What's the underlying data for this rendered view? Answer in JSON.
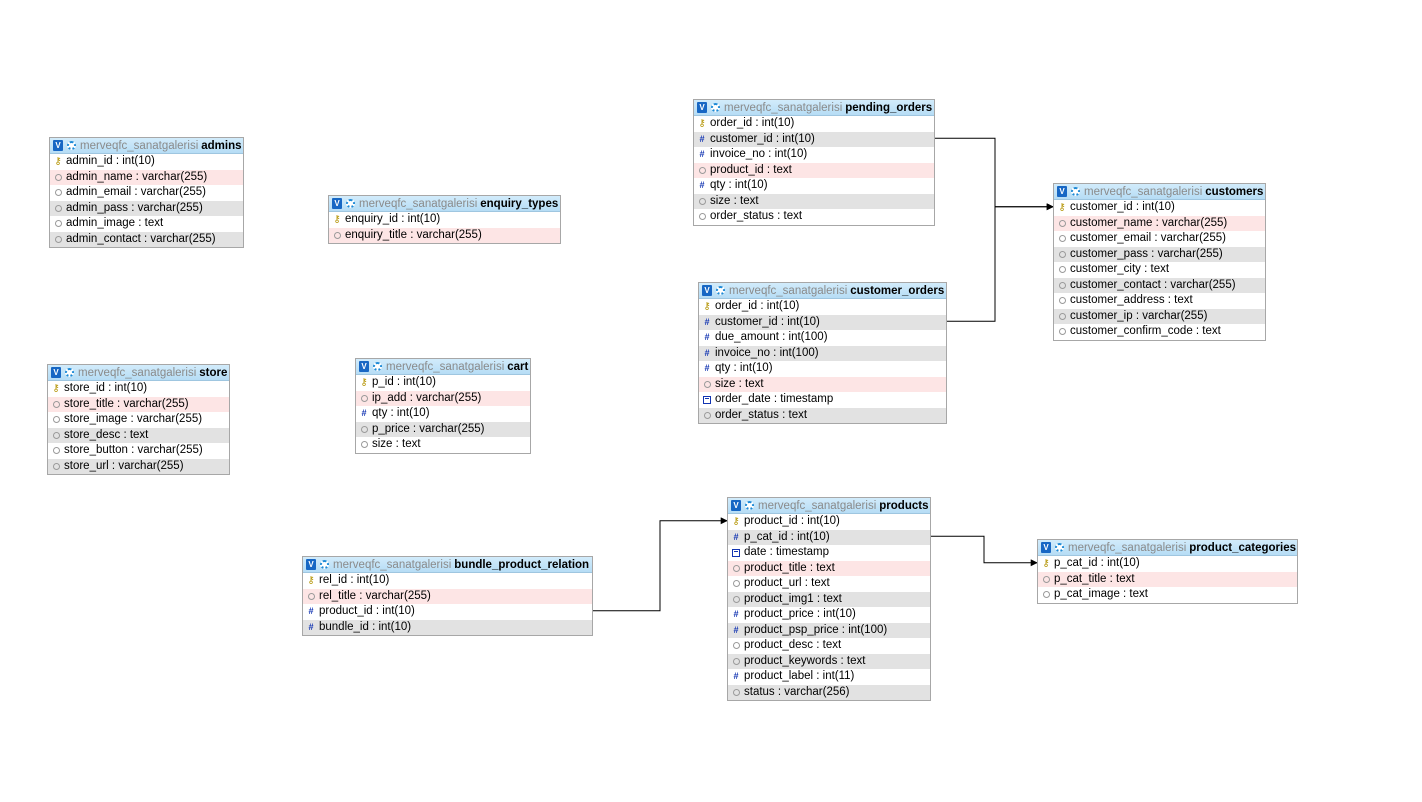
{
  "database": "merveqfc_sanatgalerisi",
  "toggle_label": "V",
  "icon_glyphs": {
    "pk": "⚷",
    "num": "#"
  },
  "tables": [
    {
      "id": "admins",
      "name": "admins",
      "row_colors": [
        "#ffffff",
        "#fde5e5",
        "#ffffff",
        "#e2e2e2",
        "#ffffff",
        "#e2e2e2"
      ],
      "columns": [
        {
          "label": "admin_id : int(10)",
          "icon": "pk"
        },
        {
          "label": "admin_name : varchar(255)",
          "icon": "text"
        },
        {
          "label": "admin_email : varchar(255)",
          "icon": "text"
        },
        {
          "label": "admin_pass : varchar(255)",
          "icon": "text"
        },
        {
          "label": "admin_image : text",
          "icon": "text"
        },
        {
          "label": "admin_contact : varchar(255)",
          "icon": "text"
        }
      ]
    },
    {
      "id": "enquiry_types",
      "name": "enquiry_types",
      "row_colors": [
        "#ffffff",
        "#fde5e5"
      ],
      "columns": [
        {
          "label": "enquiry_id : int(10)",
          "icon": "pk"
        },
        {
          "label": "enquiry_title : varchar(255)",
          "icon": "text"
        }
      ]
    },
    {
      "id": "store",
      "name": "store",
      "row_colors": [
        "#ffffff",
        "#fde5e5",
        "#ffffff",
        "#e2e2e2",
        "#ffffff",
        "#e2e2e2"
      ],
      "columns": [
        {
          "label": "store_id : int(10)",
          "icon": "pk"
        },
        {
          "label": "store_title : varchar(255)",
          "icon": "text"
        },
        {
          "label": "store_image : varchar(255)",
          "icon": "text"
        },
        {
          "label": "store_desc : text",
          "icon": "text"
        },
        {
          "label": "store_button : varchar(255)",
          "icon": "text"
        },
        {
          "label": "store_url : varchar(255)",
          "icon": "text"
        }
      ]
    },
    {
      "id": "cart",
      "name": "cart",
      "row_colors": [
        "#ffffff",
        "#fde5e5",
        "#ffffff",
        "#e2e2e2",
        "#ffffff"
      ],
      "columns": [
        {
          "label": "p_id : int(10)",
          "icon": "pk"
        },
        {
          "label": "ip_add : varchar(255)",
          "icon": "text"
        },
        {
          "label": "qty : int(10)",
          "icon": "num"
        },
        {
          "label": "p_price : varchar(255)",
          "icon": "text"
        },
        {
          "label": "size : text",
          "icon": "text"
        }
      ]
    },
    {
      "id": "pending_orders",
      "name": "pending_orders",
      "row_colors": [
        "#ffffff",
        "#e2e2e2",
        "#ffffff",
        "#fde5e5",
        "#ffffff",
        "#e2e2e2",
        "#ffffff"
      ],
      "columns": [
        {
          "label": "order_id : int(10)",
          "icon": "pk"
        },
        {
          "label": "customer_id : int(10)",
          "icon": "num"
        },
        {
          "label": "invoice_no : int(10)",
          "icon": "num"
        },
        {
          "label": "product_id : text",
          "icon": "text"
        },
        {
          "label": "qty : int(10)",
          "icon": "num"
        },
        {
          "label": "size : text",
          "icon": "text"
        },
        {
          "label": "order_status : text",
          "icon": "text"
        }
      ]
    },
    {
      "id": "customer_orders",
      "name": "customer_orders",
      "row_colors": [
        "#ffffff",
        "#e2e2e2",
        "#ffffff",
        "#e2e2e2",
        "#ffffff",
        "#fde5e5",
        "#ffffff",
        "#e2e2e2"
      ],
      "columns": [
        {
          "label": "order_id : int(10)",
          "icon": "pk"
        },
        {
          "label": "customer_id : int(10)",
          "icon": "num"
        },
        {
          "label": "due_amount : int(100)",
          "icon": "num"
        },
        {
          "label": "invoice_no : int(100)",
          "icon": "num"
        },
        {
          "label": "qty : int(10)",
          "icon": "num"
        },
        {
          "label": "size : text",
          "icon": "text"
        },
        {
          "label": "order_date : timestamp",
          "icon": "date"
        },
        {
          "label": "order_status : text",
          "icon": "text"
        }
      ]
    },
    {
      "id": "customers",
      "name": "customers",
      "row_colors": [
        "#ffffff",
        "#fde5e5",
        "#ffffff",
        "#e2e2e2",
        "#ffffff",
        "#e2e2e2",
        "#ffffff",
        "#e2e2e2",
        "#ffffff"
      ],
      "columns": [
        {
          "label": "customer_id : int(10)",
          "icon": "pk"
        },
        {
          "label": "customer_name : varchar(255)",
          "icon": "text"
        },
        {
          "label": "customer_email : varchar(255)",
          "icon": "text"
        },
        {
          "label": "customer_pass : varchar(255)",
          "icon": "text"
        },
        {
          "label": "customer_city : text",
          "icon": "text"
        },
        {
          "label": "customer_contact : varchar(255)",
          "icon": "text"
        },
        {
          "label": "customer_address : text",
          "icon": "text"
        },
        {
          "label": "customer_ip : varchar(255)",
          "icon": "text"
        },
        {
          "label": "customer_confirm_code : text",
          "icon": "text"
        }
      ]
    },
    {
      "id": "products",
      "name": "products",
      "row_colors": [
        "#ffffff",
        "#e2e2e2",
        "#ffffff",
        "#fde5e5",
        "#ffffff",
        "#e2e2e2",
        "#ffffff",
        "#e2e2e2",
        "#ffffff",
        "#e2e2e2",
        "#ffffff",
        "#e2e2e2"
      ],
      "columns": [
        {
          "label": "product_id : int(10)",
          "icon": "pk"
        },
        {
          "label": "p_cat_id : int(10)",
          "icon": "num"
        },
        {
          "label": "date : timestamp",
          "icon": "date"
        },
        {
          "label": "product_title : text",
          "icon": "text"
        },
        {
          "label": "product_url : text",
          "icon": "text"
        },
        {
          "label": "product_img1 : text",
          "icon": "text"
        },
        {
          "label": "product_price : int(10)",
          "icon": "num"
        },
        {
          "label": "product_psp_price : int(100)",
          "icon": "num"
        },
        {
          "label": "product_desc : text",
          "icon": "text"
        },
        {
          "label": "product_keywords : text",
          "icon": "text"
        },
        {
          "label": "product_label : int(11)",
          "icon": "num"
        },
        {
          "label": "status : varchar(256)",
          "icon": "text"
        }
      ]
    },
    {
      "id": "bundle_product_relation",
      "name": "bundle_product_relation",
      "row_colors": [
        "#ffffff",
        "#fde5e5",
        "#ffffff",
        "#e2e2e2"
      ],
      "columns": [
        {
          "label": "rel_id : int(10)",
          "icon": "pk"
        },
        {
          "label": "rel_title : varchar(255)",
          "icon": "text"
        },
        {
          "label": "product_id : int(10)",
          "icon": "num"
        },
        {
          "label": "bundle_id : int(10)",
          "icon": "num"
        }
      ]
    },
    {
      "id": "product_categories",
      "name": "product_categories",
      "row_colors": [
        "#ffffff",
        "#fde5e5",
        "#ffffff"
      ],
      "columns": [
        {
          "label": "p_cat_id : int(10)",
          "icon": "pk"
        },
        {
          "label": "p_cat_title : text",
          "icon": "text"
        },
        {
          "label": "p_cat_image : text",
          "icon": "text"
        }
      ]
    }
  ],
  "relations": [
    {
      "from_table": "pending_orders",
      "from_column": "customer_id",
      "to_table": "customers",
      "to_column": "customer_id"
    },
    {
      "from_table": "customer_orders",
      "from_column": "customer_id",
      "to_table": "customers",
      "to_column": "customer_id"
    },
    {
      "from_table": "bundle_product_relation",
      "from_column": "product_id",
      "to_table": "products",
      "to_column": "product_id"
    },
    {
      "from_table": "products",
      "from_column": "p_cat_id",
      "to_table": "product_categories",
      "to_column": "p_cat_id"
    }
  ],
  "line_color": "#000000"
}
